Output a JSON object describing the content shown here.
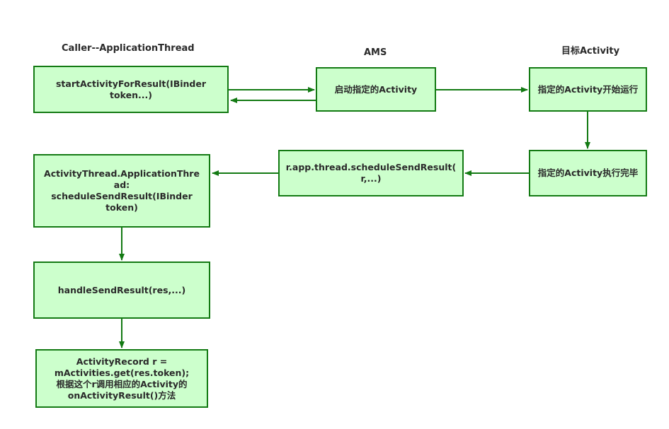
{
  "headers": {
    "caller": "Caller--ApplicationThread",
    "ams": "AMS",
    "target": "目标Activity"
  },
  "boxes": {
    "start_activity": "startActivityForResult(IBinder\ntoken...)",
    "ams_start": "启动指定的Activity",
    "target_start": "指定的Activity开始运行",
    "target_finish": "指定的Activity执行完毕",
    "schedule_send_result": "r.app.thread.scheduleSendResult(\nr,...)",
    "app_thread_schedule": "ActivityThread.ApplicationThre\nad:\nscheduleSendResult(IBinder\ntoken)",
    "handle_send_result": "handleSendResult(res,...)",
    "activity_record": "ActivityRecord r =\nmActivities.get(res.token);\n根据这个r调用相应的Activity的\nonActivityResult()方法"
  },
  "colors": {
    "box_fill": "#ccffcc",
    "box_border": "#137a13",
    "arrow": "#137a13",
    "text": "#2a2a2a"
  }
}
